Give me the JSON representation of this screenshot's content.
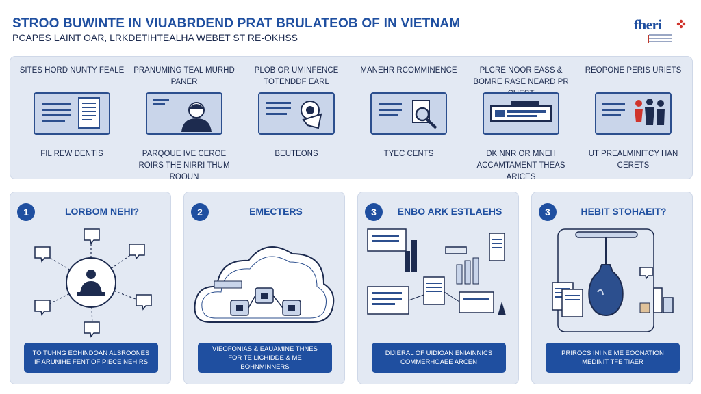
{
  "header": {
    "title": "STROO BUWINTE IN VIUABRDEND PRAT BRULATEOB OF IN VIETNAM",
    "subtitle": "PCAPES LAINT OAR, LRKDETIHTEALHA WEBET ST RE-OKHSS",
    "logo_text": "fheri"
  },
  "top_items": [
    {
      "label": "SITES HORD NUNTY FEALE",
      "caption": "FIL REW DENTIS",
      "icon": "document-icon"
    },
    {
      "label": "PRANUMING TEAL MURHD PANER",
      "caption": "PARQOUE IVE CEROE ROIRS THE NIRRI THUM ROOUN",
      "icon": "person-icon"
    },
    {
      "label": "PLOB OR UMINFENCE TOTENDDF EARL",
      "caption": "BEUTEONS",
      "icon": "security-camera-icon"
    },
    {
      "label": "MANEHR RCOMMINENCE",
      "caption": "TYEC CENTS",
      "icon": "magnifier-icon"
    },
    {
      "label": "PLCRE NOOR EASS & BOMRE RASE NEARD PR CHEST",
      "caption": "DK NNR OR MNEH ACCAMTAMENT THEAS ARICES",
      "icon": "id-card-icon"
    },
    {
      "label": "REOPONE PERIS URIETS",
      "caption": "UT PREALMINITCY HAN CERETS",
      "icon": "people-icon"
    }
  ],
  "bottom_panels": [
    {
      "number": "1",
      "title": "LORBOM NEHI?",
      "caption": "TO TUHNG EOHINDOAN ALSROONES IF ARUNIHE FENT OF PIECE NEHIRS"
    },
    {
      "number": "2",
      "title": "EMECTERS",
      "caption": "VIEOFONIAS & EAUAMINE THNES FOR TE LICHIDDE & ME BOHNMINNERS"
    },
    {
      "number": "3",
      "title": "ENBO ARK ESTLAEHS",
      "caption": "DIJIERAL OF UIDIOAN ENIAINNICS COMMERHOAEE ARCEN"
    },
    {
      "number": "3",
      "title": "HEBIT STOHAEIT?",
      "caption": "PRIROCS INIINE ME EOONATION MEDINIT TFE TIAER"
    }
  ],
  "colors": {
    "brand": "#1f4fa0",
    "panel": "#e3e9f3",
    "card": "#c9d5ea",
    "outline": "#2c4f8e"
  }
}
